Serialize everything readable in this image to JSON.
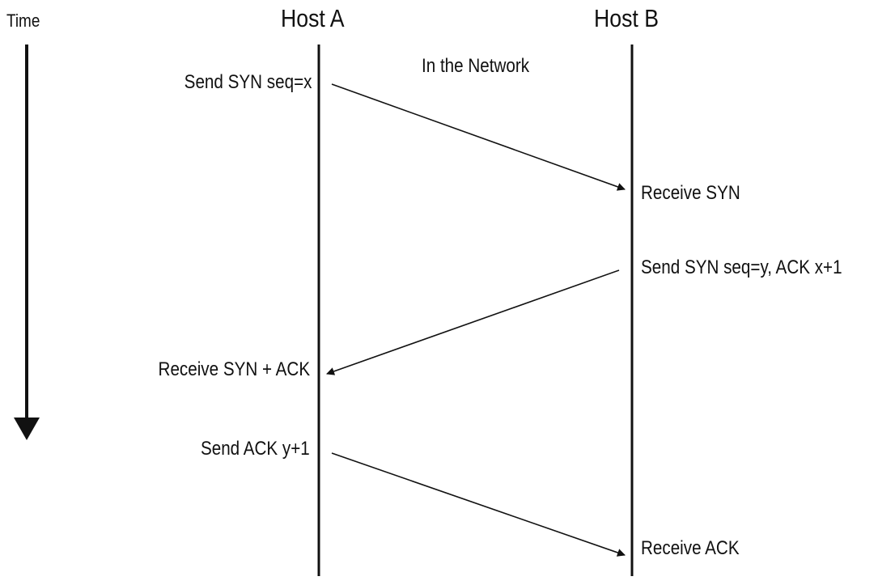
{
  "headers": {
    "time": "Time",
    "host_a": "Host A",
    "host_b": "Host B",
    "network": "In the Network"
  },
  "steps": [
    {
      "from": "Host A",
      "to": "Host B",
      "send_label": "Send SYN seq=x",
      "receive_label": "Receive SYN"
    },
    {
      "from": "Host B",
      "to": "Host A",
      "send_label": "Send SYN seq=y, ACK x+1",
      "receive_label": "Receive SYN + ACK"
    },
    {
      "from": "Host A",
      "to": "Host B",
      "send_label": "Send ACK y+1",
      "receive_label": "Receive ACK"
    }
  ],
  "colors": {
    "line": "#111111",
    "background": "#ffffff"
  }
}
